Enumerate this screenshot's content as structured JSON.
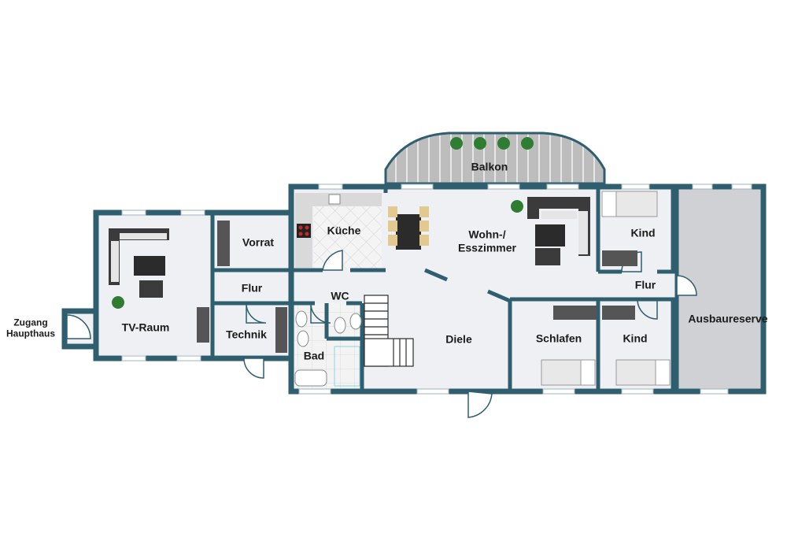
{
  "plan": {
    "rooms": {
      "balkon": "Balkon",
      "kueche": "Küche",
      "wohnen_1": "Wohn-/",
      "wohnen_2": "Esszimmer",
      "kind_oben": "Kind",
      "flur_rechts": "Flur",
      "ausbaureserve": "Ausbaureserve",
      "vorrat": "Vorrat",
      "flur_links": "Flur",
      "tv_raum": "TV-Raum",
      "technik": "Technik",
      "wc": "WC",
      "bad": "Bad",
      "diele": "Diele",
      "schlafen": "Schlafen",
      "kind_unten": "Kind"
    },
    "entrance": {
      "line1": "Zugang",
      "line2": "Haupthaus"
    },
    "colors": {
      "wall": "#2f5f6f",
      "floor": "#eef0f3",
      "balcony": "#b9b9b9",
      "furniture_dark": "#3b3b3b",
      "plant": "#2e7d32"
    }
  }
}
